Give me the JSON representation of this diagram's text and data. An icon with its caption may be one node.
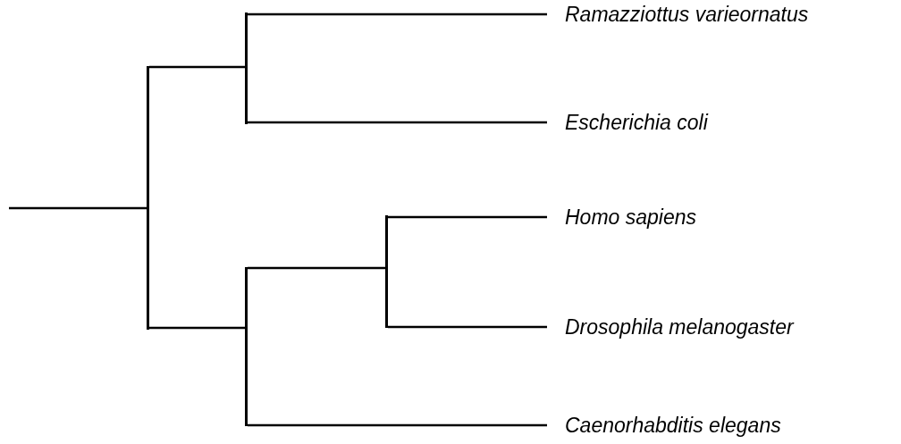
{
  "diagram": {
    "nodes": [
      {
        "text": [],
        "shape": "bar"
      },
      {
        "text": [],
        "shape": "bar"
      },
      {
        "text": [
          "Ramazziottus varieornatus"
        ]
      },
      {
        "text": [
          "Escherichia coli"
        ]
      },
      {
        "text": [],
        "shape": "bar"
      },
      {
        "text": [],
        "shape": "bar"
      },
      {
        "text": [
          "Homo sapiens"
        ]
      },
      {
        "text": [
          "Drosophila melanogaster"
        ]
      },
      {
        "text": [
          "Caenorhabditis elegans"
        ]
      }
    ],
    "edges": [
      {
        "from": null,
        "to": 0,
        "arrow": "none"
      },
      {
        "from": 0,
        "to": 1,
        "arrow": "none"
      },
      {
        "from": 0,
        "to": 4,
        "arrow": "none"
      },
      {
        "from": 1,
        "to": 2,
        "arrow": "none"
      },
      {
        "from": 1,
        "to": 3,
        "arrow": "none"
      },
      {
        "from": 4,
        "to": 5,
        "arrow": "none"
      },
      {
        "from": 4,
        "to": 8,
        "arrow": "none"
      },
      {
        "from": 5,
        "to": 6,
        "arrow": "none"
      },
      {
        "from": 5,
        "to": 7,
        "arrow": "none"
      }
    ]
  }
}
